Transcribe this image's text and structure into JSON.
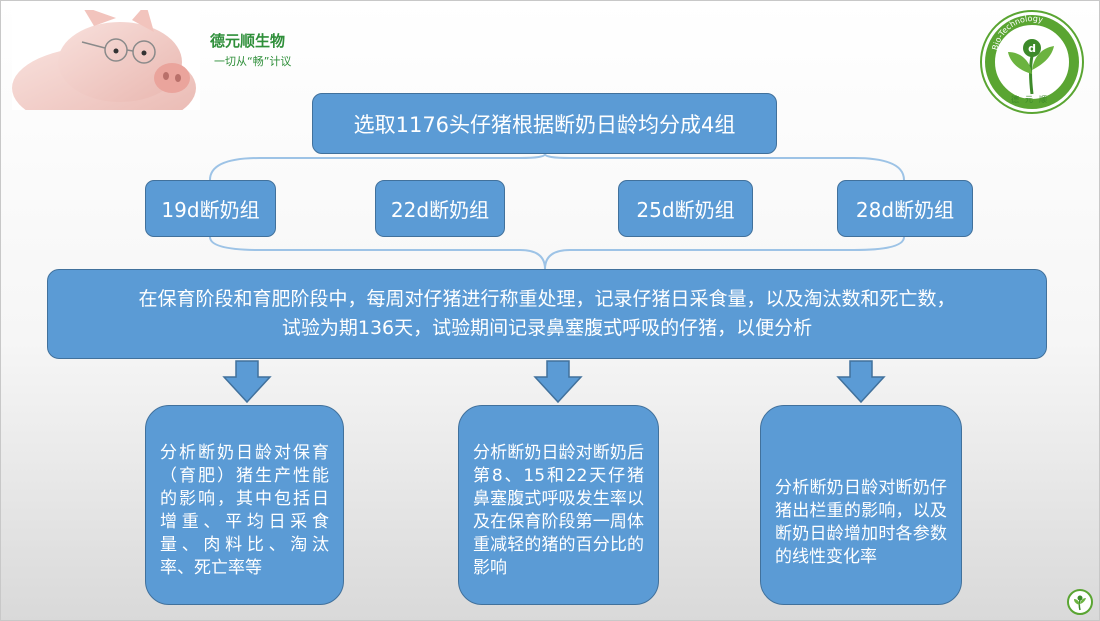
{
  "brand": {
    "name": "德元顺生物",
    "slogan": "一切从“畅”计议",
    "logo_ring_text": "Bio-Technology",
    "logo_name": "德元顺"
  },
  "diagram": {
    "title": "选取1176头仔猪根据断奶日龄均分成4组",
    "groups": [
      "19d断奶组",
      "22d断奶组",
      "25d断奶组",
      "28d断奶组"
    ],
    "process": {
      "line1": "在保育阶段和育肥阶段中，每周对仔猪进行称重处理，记录仔猪日采食量，以及淘汰数和死亡数，",
      "line2": "试验为期136天，试验期间记录鼻塞腹式呼吸的仔猪，以便分析"
    },
    "results": [
      "分析断奶日龄对保育（育肥）猪生产性能的影响，其中包括日增重、平均日采食量、肉料比、淘汰率、死亡率等",
      "分析断奶日龄对断奶后第8、15和22天仔猪鼻塞腹式呼吸发生率以及在保育阶段第一周体重减轻的猪的百分比的影响",
      "分析断奶日龄对断奶仔猪出栏重的影响，以及断奶日龄增加时各参数的线性变化率"
    ]
  },
  "colors": {
    "box_fill": "#5b9bd5",
    "box_border": "#41719c",
    "brand_green": "#2f8f3a",
    "brace_line": "#9dc3e6"
  }
}
